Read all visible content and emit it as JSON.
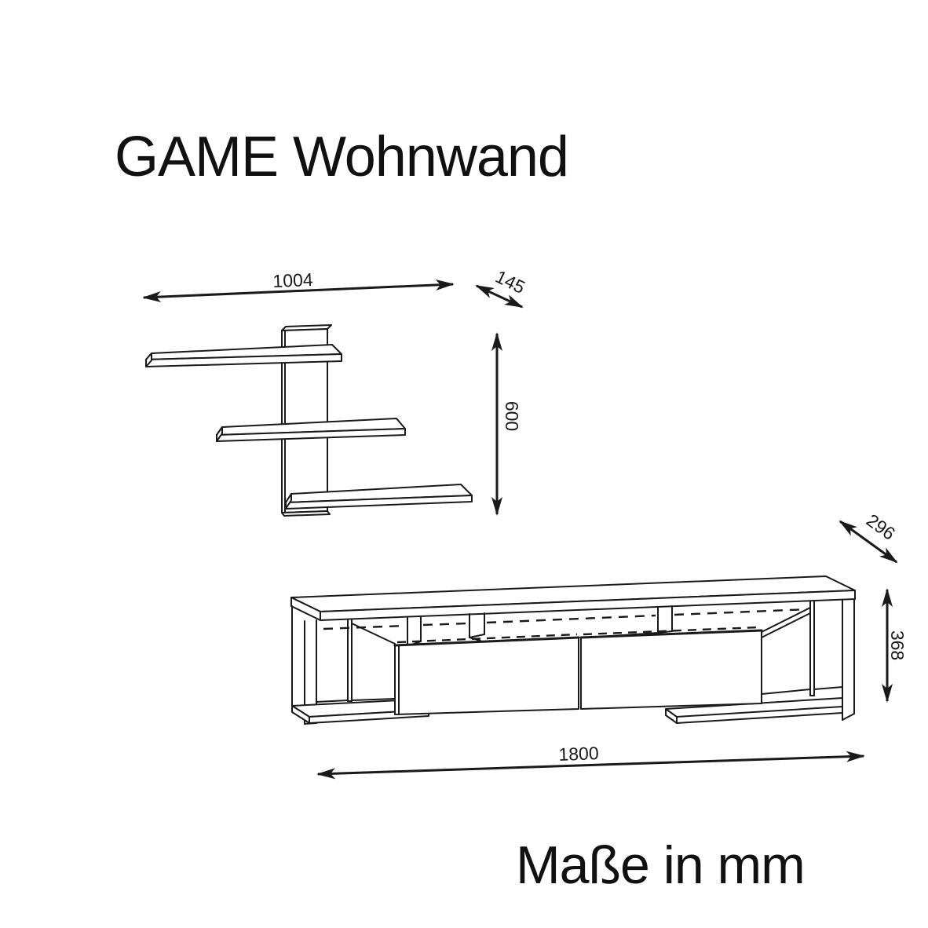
{
  "title": "GAME Wohnwand",
  "footer": "Maße in mm",
  "colors": {
    "ink": "#1a1a1a",
    "background": "#ffffff"
  },
  "wall_shelf": {
    "width_mm": "1004",
    "depth_mm": "145",
    "height_mm": "600"
  },
  "lowboard": {
    "depth_mm": "296",
    "height_mm": "368",
    "width_mm": "1800"
  }
}
